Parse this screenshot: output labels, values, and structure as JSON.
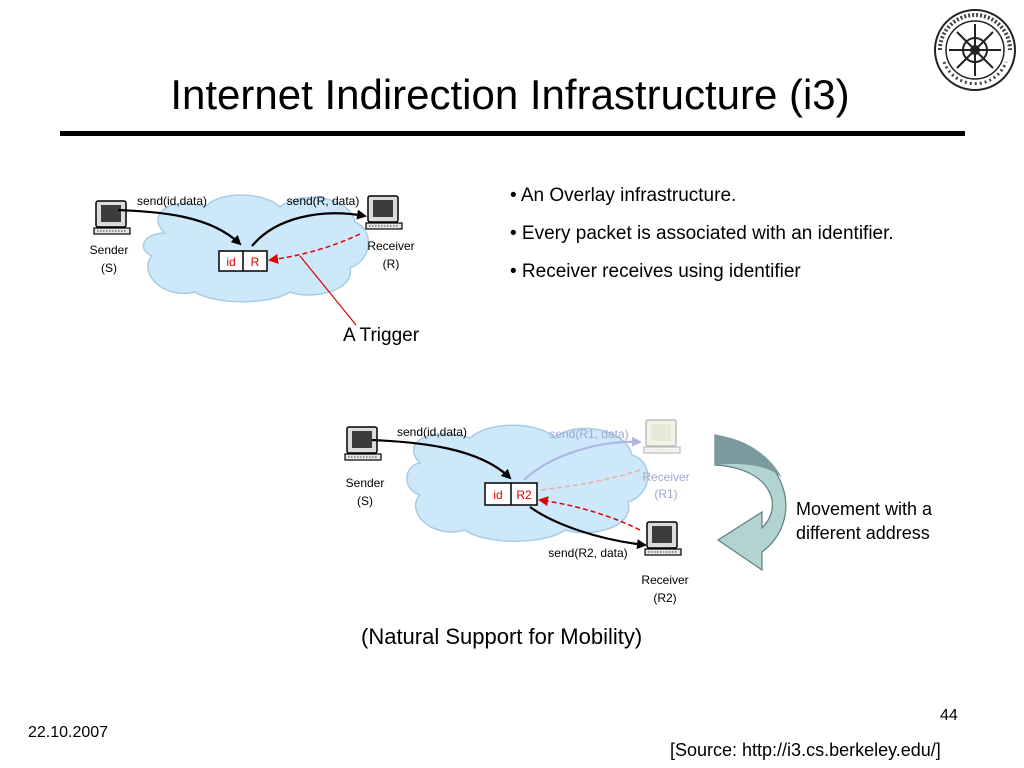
{
  "title": "Internet Indirection Infrastructure (i3)",
  "bullets": [
    "• An Overlay infrastructure.",
    "• Every packet is associated with an identifier.",
    "• Receiver receives using identifier"
  ],
  "diagram_top": {
    "send_left": "send(id,data)",
    "send_right": "send(R, data)",
    "sender": "Sender",
    "sender_s": "(S)",
    "receiver": "Receiver",
    "receiver_r": "(R)",
    "trigger_id": "id",
    "trigger_r": "R",
    "trigger_label": "A Trigger"
  },
  "diagram_bottom": {
    "send_left": "send(id,data)",
    "send_r1": "send(R1, data)",
    "send_r2": "send(R2, data)",
    "sender": "Sender",
    "sender_s": "(S)",
    "receiver1": "Receiver",
    "receiver1_r": "(R1)",
    "receiver2": "Receiver",
    "receiver2_r": "(R2)",
    "trigger_id": "id",
    "trigger_r": "R2",
    "movement_label_1": "Movement with a",
    "movement_label_2": "different address"
  },
  "caption": "(Natural Support for Mobility)",
  "page_number": "44",
  "date": "22.10.2007",
  "source": "[Source: http://i3.cs.berkeley.edu/]",
  "colors": {
    "cloud_fill": "#cce8fa",
    "cloud_stroke": "#a8cce6",
    "trigger_red": "#e00000",
    "arrow_faded": "#b0b4e6",
    "movement_fill": "#b3d3d3",
    "movement_dark": "#7b9a9e"
  }
}
